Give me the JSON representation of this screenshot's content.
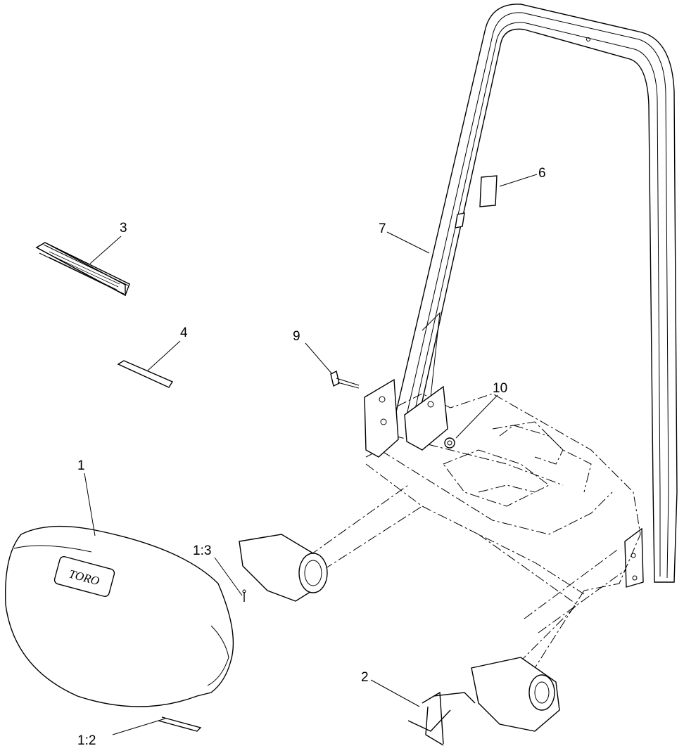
{
  "callouts": {
    "c1": "1",
    "c1_2": "1:2",
    "c1_3": "1:3",
    "c2": "2",
    "c3": "3",
    "c4": "4",
    "c6": "6",
    "c7": "7",
    "c9": "9",
    "c10": "10"
  },
  "logo": {
    "brand": "TORO"
  }
}
